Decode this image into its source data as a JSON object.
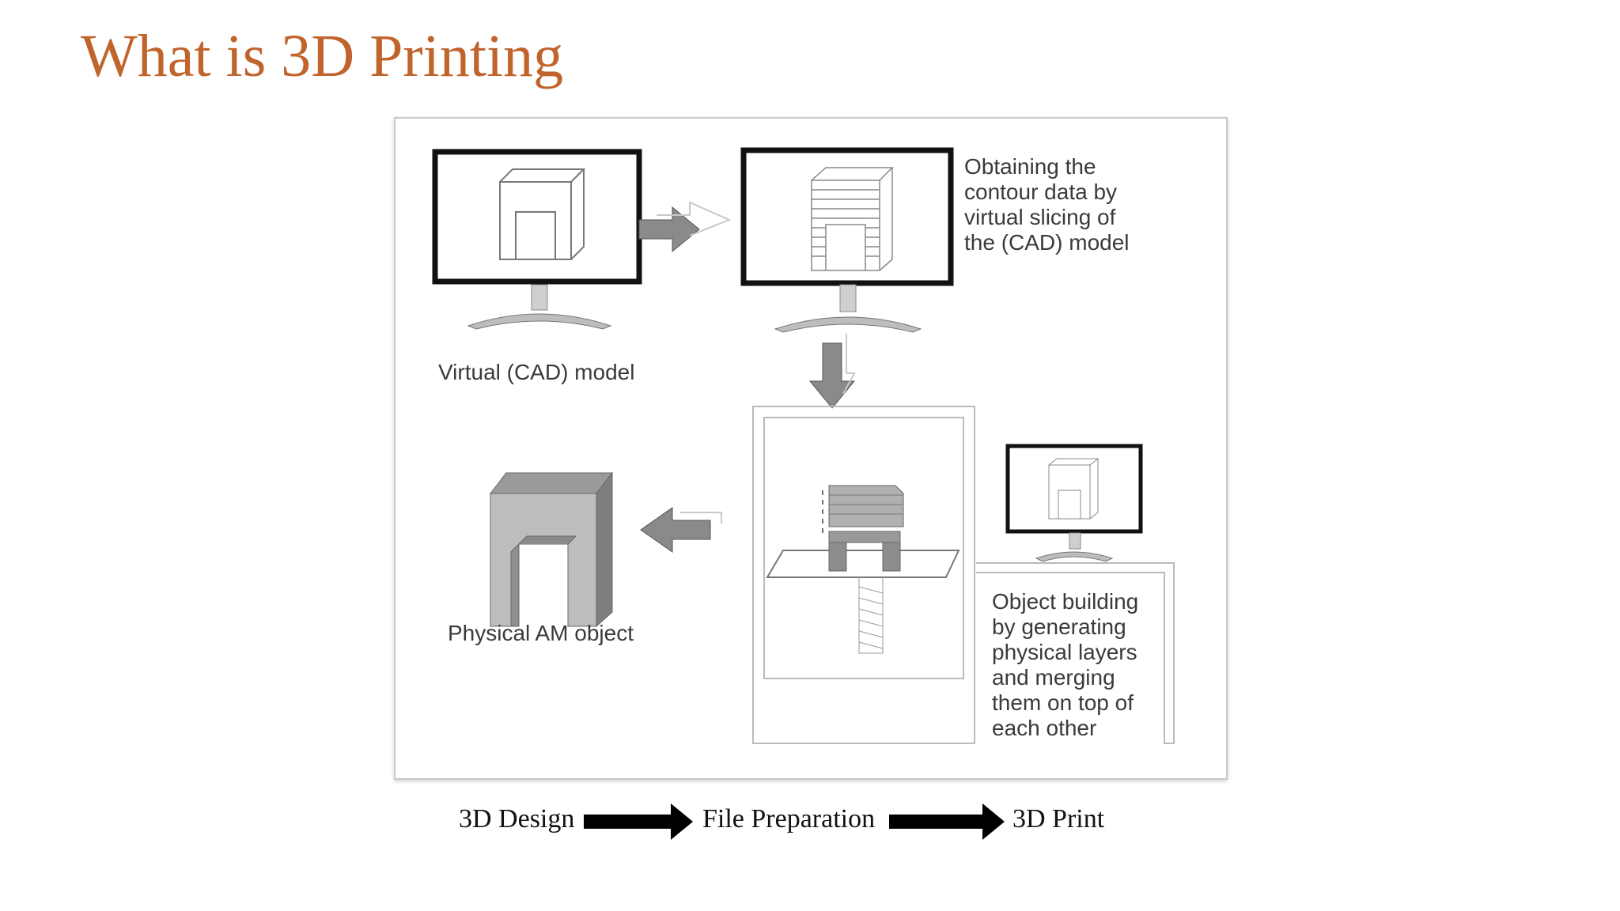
{
  "slide": {
    "title": "What is 3D Printing"
  },
  "figure": {
    "cad_caption": "Virtual (CAD) model",
    "slicing_caption": [
      "Obtaining the",
      "contour data by",
      "virtual slicing of",
      "the (CAD) model"
    ],
    "building_caption": [
      "Object building",
      "by generating",
      "physical layers",
      "and merging",
      "them on top of",
      "each other"
    ],
    "object_caption": "Physical AM object"
  },
  "flow": {
    "steps": [
      "3D Design",
      "File Preparation",
      "3D Print"
    ]
  }
}
